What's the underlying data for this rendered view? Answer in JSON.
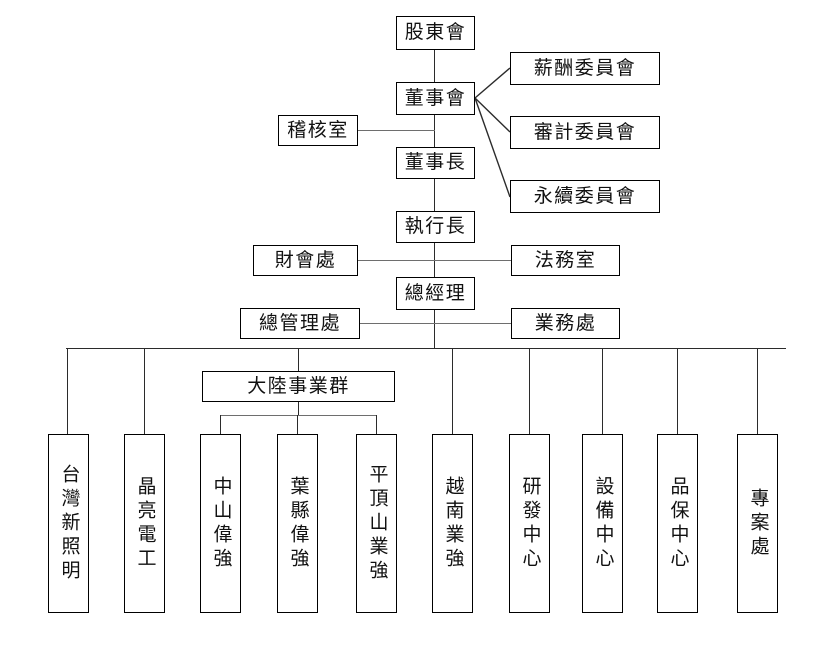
{
  "chart": {
    "type": "org-chart",
    "title": "",
    "orientation": "top-down",
    "background_color": "#ffffff",
    "line_color": "#2b2b2b",
    "line_color_secondary": "#6e6e6e",
    "box_border_color": "#000000",
    "text_color": "#111111"
  },
  "nodes": {
    "shareholders_meeting": {
      "label": "股東會",
      "level": 0
    },
    "board_of_directors": {
      "label": "董事會",
      "level": 1
    },
    "audit_office": {
      "label": "稽核室",
      "level": 1,
      "side": "left"
    },
    "compensation_committee": {
      "label": "薪酬委員會",
      "level": 1,
      "side": "right"
    },
    "audit_committee": {
      "label": "審計委員會",
      "level": 1,
      "side": "right"
    },
    "sustainability_committee": {
      "label": "永續委員會",
      "level": 1,
      "side": "right"
    },
    "chairman": {
      "label": "董事長",
      "level": 2
    },
    "chief_executive_officer": {
      "label": "執行長",
      "level": 3
    },
    "finance_accounting_dept": {
      "label": "財會處",
      "level": 3,
      "side": "left"
    },
    "legal_office": {
      "label": "法務室",
      "level": 3,
      "side": "right"
    },
    "general_manager": {
      "label": "總經理",
      "level": 4
    },
    "general_administration_dept": {
      "label": "總管理處",
      "level": 4,
      "side": "left"
    },
    "business_dept": {
      "label": "業務處",
      "level": 4,
      "side": "right"
    },
    "mainland_business_group": {
      "label": "大陸事業群",
      "level": 5
    }
  },
  "leaf_nodes": [
    {
      "id": "taiwan-new-lighting",
      "label": "台灣新照明",
      "parent": "main-bar"
    },
    {
      "id": "jingliang-electric",
      "label": "晶亮電工",
      "parent": "main-bar"
    },
    {
      "id": "zhongshan-weiqiang",
      "label": "中山偉強",
      "parent": "mainland-business-group"
    },
    {
      "id": "yexian-weiqiang",
      "label": "葉縣偉強",
      "parent": "mainland-business-group"
    },
    {
      "id": "pingdingshan-yeqiang",
      "label": "平頂山業強",
      "parent": "mainland-business-group"
    },
    {
      "id": "vietnam-yeqiang",
      "label": "越南業強",
      "parent": "main-bar"
    },
    {
      "id": "rd-center",
      "label": "研發中心",
      "parent": "main-bar"
    },
    {
      "id": "equipment-center",
      "label": "設備中心",
      "parent": "main-bar"
    },
    {
      "id": "quality-assurance-center",
      "label": "品保中心",
      "parent": "main-bar"
    },
    {
      "id": "project-dept",
      "label": "專案處",
      "parent": "main-bar"
    }
  ]
}
